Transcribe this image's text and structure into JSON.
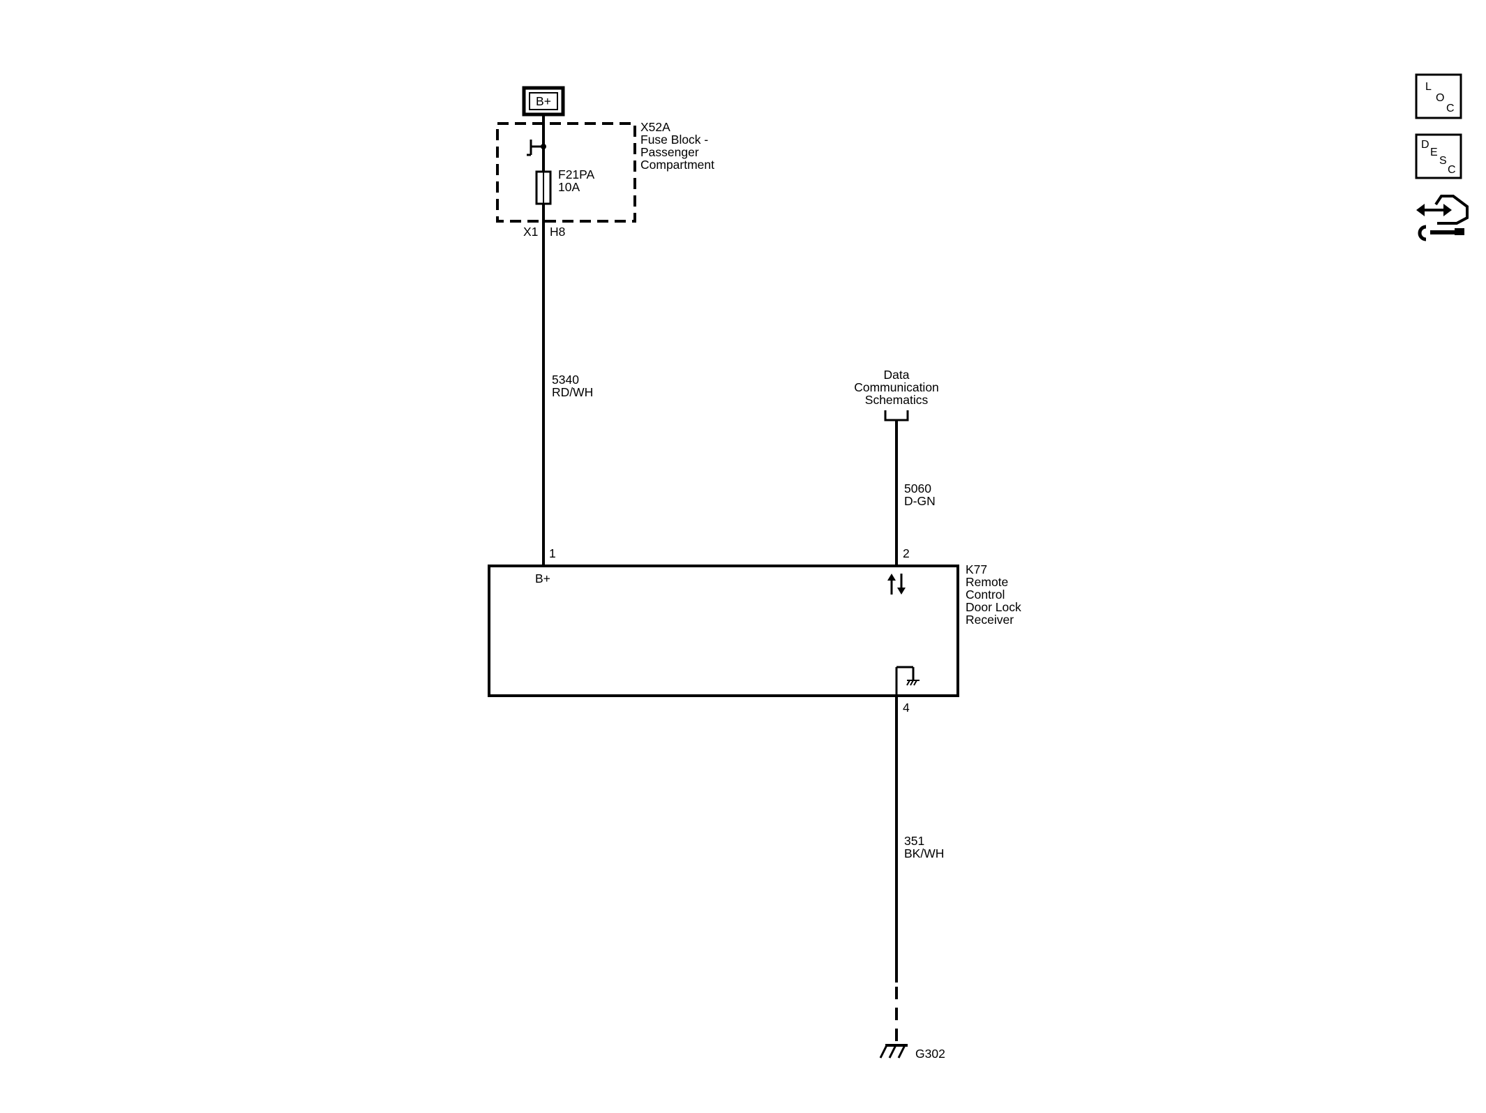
{
  "power": {
    "battery_label": "B+"
  },
  "fuse_block": {
    "name_line1": "X52A",
    "name_line2": "Fuse Block -",
    "name_line3": "Passenger",
    "name_line4": "Compartment",
    "fuse_id": "F21PA",
    "fuse_rating": "10A",
    "connector": "X1",
    "terminal": "H8"
  },
  "wires": [
    {
      "circuit": "5340",
      "color": "RD/WH"
    },
    {
      "circuit": "5060",
      "color": "D-GN"
    },
    {
      "circuit": "351",
      "color": "BK/WH"
    }
  ],
  "data_comm": {
    "line1": "Data",
    "line2": "Communication",
    "line3": "Schematics"
  },
  "module": {
    "id": "K77",
    "name_line1": "Remote",
    "name_line2": "Control",
    "name_line3": "Door Lock",
    "name_line4": "Receiver",
    "pin_power": "1",
    "pin_data": "2",
    "pin_ground": "4",
    "power_label": "B+"
  },
  "ground": {
    "id": "G302"
  },
  "nav": {
    "loc": [
      "L",
      "O",
      "C"
    ],
    "desc": [
      "D",
      "E",
      "S",
      "C"
    ],
    "icons": [
      "loc-icon",
      "desc-icon",
      "diagnostic-connector-wrench-icon"
    ]
  }
}
